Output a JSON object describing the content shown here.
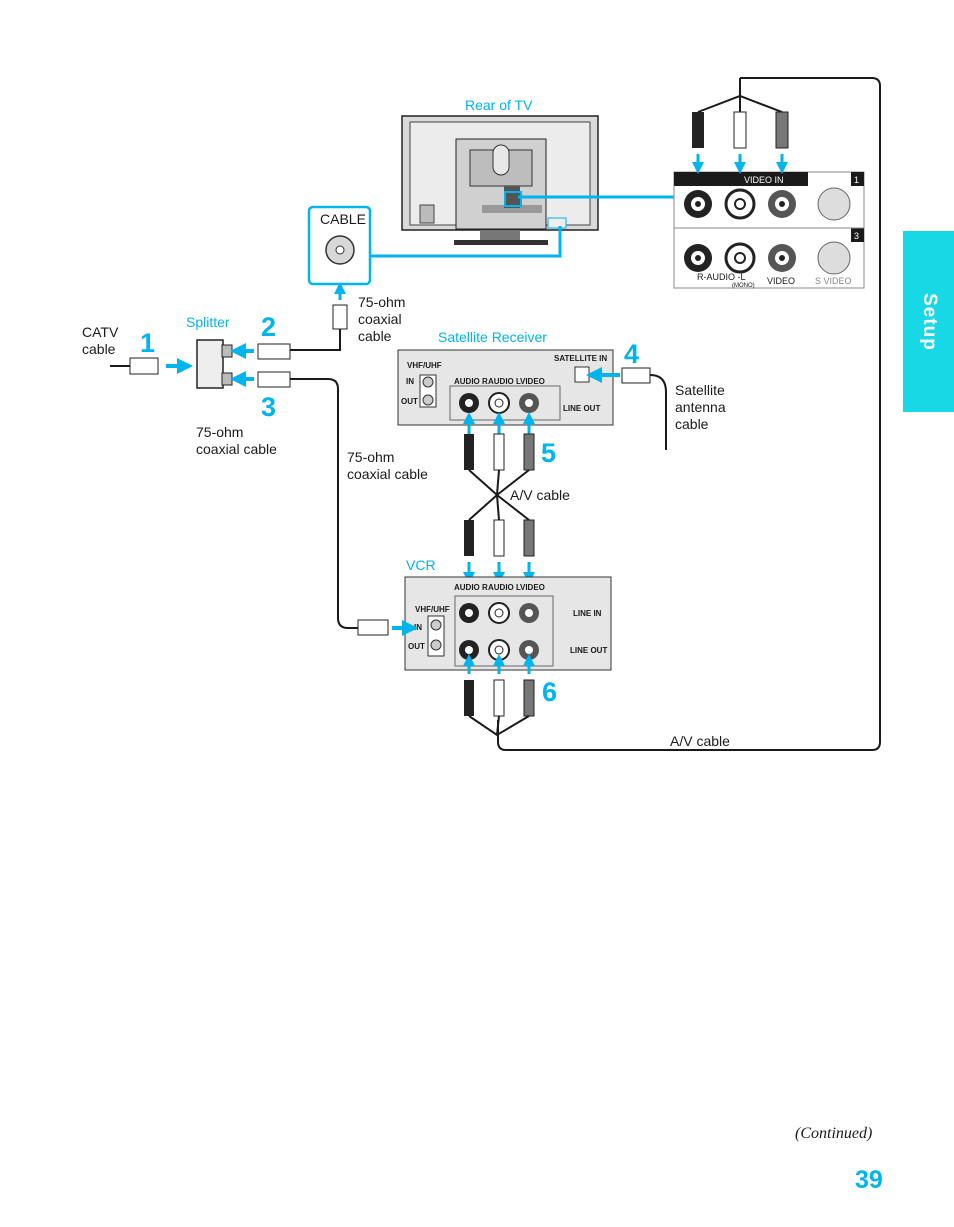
{
  "labels": {
    "rear_of_tv": "Rear of TV",
    "cable_jack": "CABLE",
    "coax_cable_tv": "75-ohm\ncoaxial\ncable",
    "catv_cable": "CATV\ncable",
    "splitter": "Splitter",
    "coax_cable_splitter": "75-ohm\ncoaxial cable",
    "coax_cable_vcr": "75-ohm\ncoaxial cable",
    "satellite_receiver": "Satellite Receiver",
    "satellite_antenna_cable": "Satellite\nantenna\ncable",
    "av_cable_mid": "A/V cable",
    "av_cable_bottom": "A/V cable",
    "vcr": "VCR"
  },
  "steps": [
    "1",
    "2",
    "3",
    "4",
    "5",
    "6"
  ],
  "tv_panel": {
    "video_in": "VIDEO  IN",
    "input_1": "1",
    "input_3": "3",
    "r_audio_l": "R-AUDIO -L",
    "mono": "(MONO)",
    "video": "VIDEO",
    "s_video": "S VIDEO"
  },
  "satellite_panel": {
    "vhf_uhf": "VHF/UHF",
    "in": "IN",
    "out": "OUT",
    "satellite_in": "SATELLITE IN",
    "audio_r": "AUDIO R",
    "audio_l": "AUDIO L",
    "video": "VIDEO",
    "line_out": "LINE OUT"
  },
  "vcr_panel": {
    "audio_r": "AUDIO R",
    "audio_l": "AUDIO L",
    "video": "VIDEO",
    "vhf_uhf": "VHF/UHF",
    "in": "IN",
    "out": "OUT",
    "line_in": "LINE IN",
    "line_out": "LINE OUT"
  },
  "side_tab": "Setup",
  "footer": {
    "continued": "(Continued)",
    "page_number": "39"
  },
  "colors": {
    "accent": "#00b4ee",
    "tab": "#18d8e6",
    "panel": "#e6e6e6"
  }
}
